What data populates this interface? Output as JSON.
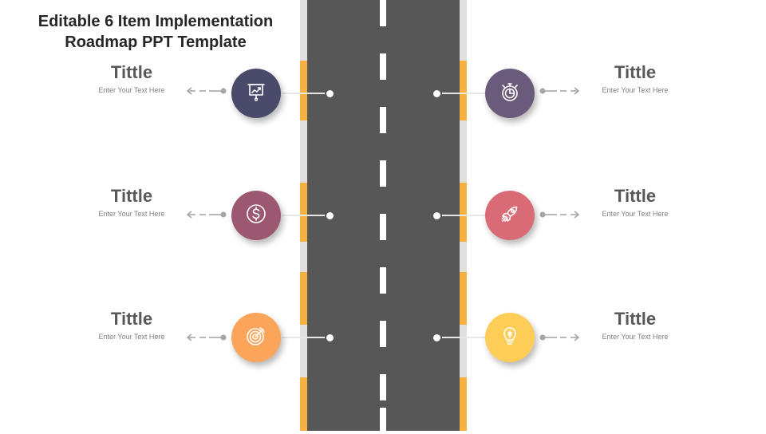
{
  "header": {
    "title_line1": "Editable 6 Item Implementation",
    "title_line2": "Roadmap PPT Template"
  },
  "items": [
    {
      "side": "left",
      "title": "Tittle",
      "text": "Enter Your Text Here",
      "icon": "presentation-icon",
      "color": "#4a4a6a"
    },
    {
      "side": "left",
      "title": "Tittle",
      "text": "Enter Your Text Here",
      "icon": "dollar-icon",
      "color": "#9c5870"
    },
    {
      "side": "left",
      "title": "Tittle",
      "text": "Enter Your Text Here",
      "icon": "target-icon",
      "color": "#fba55b"
    },
    {
      "side": "right",
      "title": "Tittle",
      "text": "Enter Your Text Here",
      "icon": "stopwatch-icon",
      "color": "#6b5b7b"
    },
    {
      "side": "right",
      "title": "Tittle",
      "text": "Enter Your Text Here",
      "icon": "rocket-icon",
      "color": "#d96b76"
    },
    {
      "side": "right",
      "title": "Tittle",
      "text": "Enter Your Text Here",
      "icon": "lightbulb-icon",
      "color": "#fdcd57"
    }
  ],
  "colors": {
    "road": "#575757",
    "curb": "#e0e0e0",
    "curb_stripe": "#f6b141",
    "dash": "#ffffff",
    "arrow": "#a6a6a6"
  }
}
